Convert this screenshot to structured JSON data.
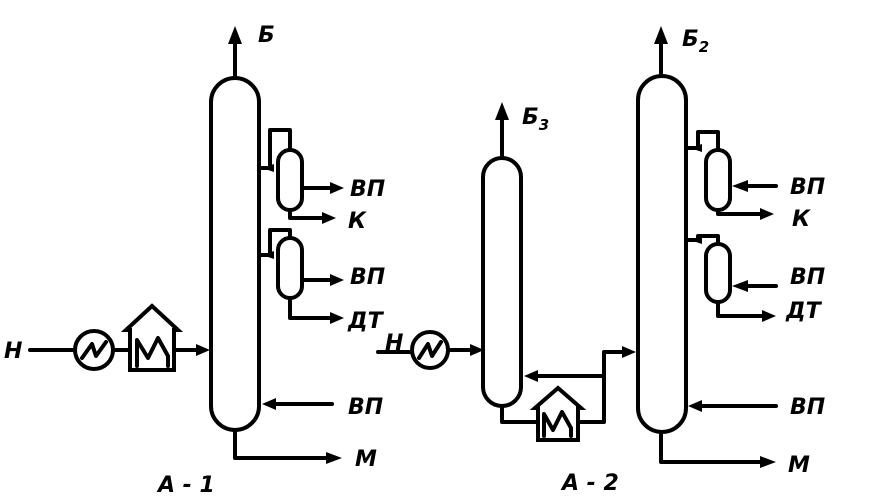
{
  "labels": {
    "feed_left": "Н",
    "top1": "Б",
    "top_mid_main": "Б",
    "top_mid_sub": "3",
    "top_right_main": "Б",
    "top_right_sub": "2",
    "steam": "ВП",
    "kerosene": "К",
    "diesel": "ДТ",
    "residue": "М",
    "feed_right": "Н",
    "unit1": "А - 1",
    "unit2": "А - 2"
  }
}
